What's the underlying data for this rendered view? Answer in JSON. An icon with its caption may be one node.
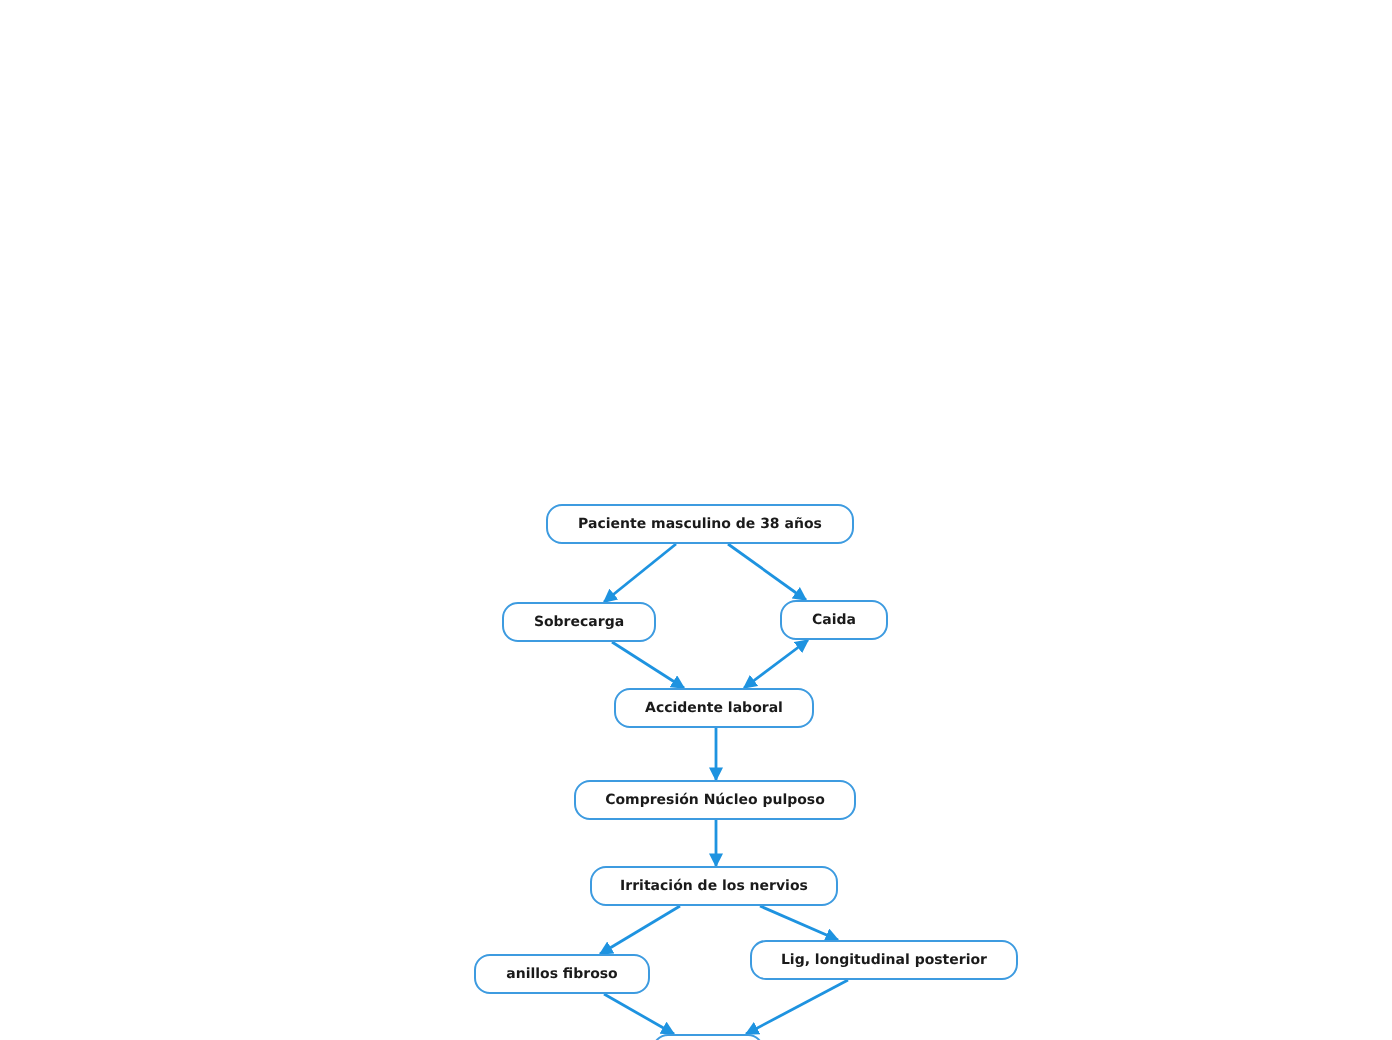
{
  "diagram": {
    "nodes": [
      {
        "text": [
          "Paciente masculino de 38 años"
        ]
      },
      {
        "text": [
          "Sobrecarga"
        ]
      },
      {
        "text": [
          "Caida"
        ]
      },
      {
        "text": [
          "Accidente laboral"
        ]
      },
      {
        "text": [
          "Compresión Núcleo pulposo"
        ]
      },
      {
        "text": [
          "Irritación de los nervios"
        ]
      },
      {
        "text": [
          "anillos fibroso"
        ]
      },
      {
        "text": [
          "Lig, longitudinal posterior"
        ]
      },
      {
        "text": [],
        "shape": "box"
      }
    ],
    "edges": [
      {
        "from": 0,
        "to": 1,
        "arrow": "to"
      },
      {
        "from": 0,
        "to": 2,
        "arrow": "to"
      },
      {
        "from": 1,
        "to": 3,
        "arrow": "to"
      },
      {
        "from": 3,
        "to": 2,
        "arrow": "both"
      },
      {
        "from": 3,
        "to": 4,
        "arrow": "to"
      },
      {
        "from": 4,
        "to": 5,
        "arrow": "to"
      },
      {
        "from": 5,
        "to": 6,
        "arrow": "to"
      },
      {
        "from": 5,
        "to": 7,
        "arrow": "to"
      },
      {
        "from": 6,
        "to": 8,
        "arrow": "to"
      },
      {
        "from": 7,
        "to": 8,
        "arrow": "to"
      }
    ]
  }
}
